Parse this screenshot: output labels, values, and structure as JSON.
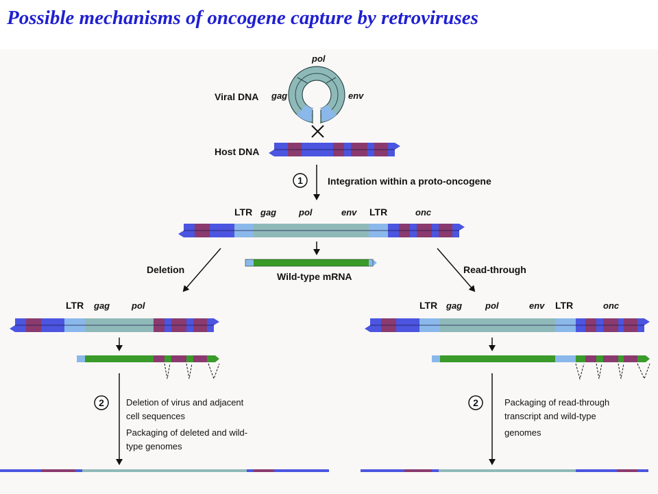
{
  "title": "Possible mechanisms of oncogene capture by retroviruses",
  "colors": {
    "title": "#2020d0",
    "host_blue": "#4b55e0",
    "host_purple": "#8a3a6e",
    "ltr": "#8ab8ea",
    "viral": "#8fb9b9",
    "mrna_green": "#3a9a2a",
    "arrow": "#111111"
  },
  "top": {
    "viral_dna_label": "Viral DNA",
    "gene_gag": "gag",
    "gene_pol": "pol",
    "gene_env": "env",
    "host_dna_label": "Host DNA"
  },
  "step1": {
    "number": "1",
    "text": "Integration within a proto-oncogene"
  },
  "provirus": {
    "ltr_left": "LTR",
    "gag": "gag",
    "pol": "pol",
    "env": "env",
    "ltr_right": "LTR",
    "onc": "onc",
    "mrna_label": "Wild-type mRNA"
  },
  "deletion": {
    "arrow_label": "Deletion",
    "ltr": "LTR",
    "gag": "gag",
    "pol": "pol",
    "step_number": "2",
    "text_lines": [
      "Deletion of virus and adjacent",
      "cell sequences",
      "Packaging of deleted and wild-",
      "type genomes"
    ]
  },
  "readthrough": {
    "arrow_label": "Read-through",
    "ltr_left": "LTR",
    "gag": "gag",
    "pol": "pol",
    "env": "env",
    "ltr_right": "LTR",
    "onc": "onc",
    "step_number": "2",
    "text_lines": [
      "Packaging of read-through",
      "transcript and wild-type",
      "genomes"
    ]
  }
}
